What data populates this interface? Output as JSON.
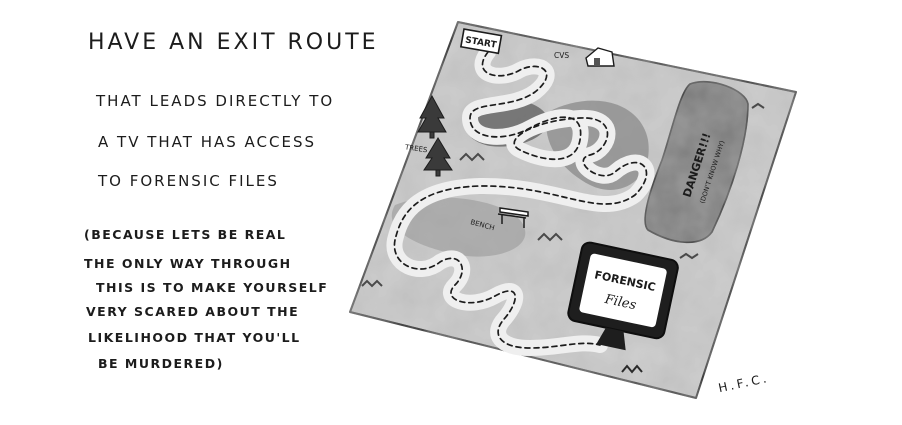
{
  "text": {
    "title": "HAVE AN EXIT ROUTE",
    "line1": "THAT LEADS DIRECTLY TO",
    "line2": "A TV THAT HAS ACCESS",
    "line3": "TO FORENSIC FILES",
    "paren_lines": [
      "(BECAUSE LETS BE REAL",
      "THE ONLY WAY THROUGH",
      "THIS IS TO MAKE YOURSELF",
      "VERY SCARED ABOUT THE",
      "LIKELIHOOD THAT YOU'LL",
      "BE MURDERED)"
    ],
    "signature": "H.F.C."
  },
  "map": {
    "start_label": "START",
    "cvs_label": "CVS",
    "trees_label": "TREES",
    "bench_label": "BENCH",
    "danger_label": "DANGER!!!",
    "danger_sub": "(DON'T KNOW WHY)",
    "tv_line1": "FORENSIC",
    "tv_line2": "Files"
  }
}
